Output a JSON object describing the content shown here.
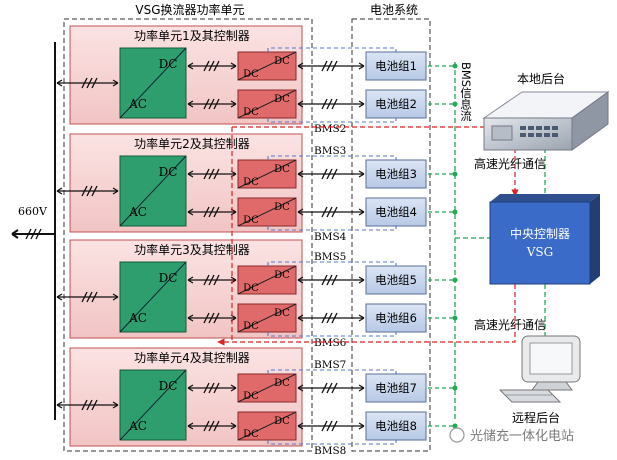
{
  "titles": {
    "vsg_group": "VSG换流器功率单元",
    "battery_system": "电池系统",
    "voltage": "660V"
  },
  "units": [
    {
      "label": "功率单元1及其控制器",
      "bms": [
        "",
        "BMS2"
      ],
      "batteries": [
        "电池组1",
        "电池组2"
      ]
    },
    {
      "label": "功率单元2及其控制器",
      "bms": [
        "BMS3",
        "BMS4"
      ],
      "batteries": [
        "电池组3",
        "电池组4"
      ]
    },
    {
      "label": "功率单元3及其控制器",
      "bms": [
        "BMS5",
        "BMS6"
      ],
      "batteries": [
        "电池组5",
        "电池组6"
      ]
    },
    {
      "label": "功率单元4及其控制器",
      "bms": [
        "BMS7",
        "BMS8"
      ],
      "batteries": [
        "电池组7",
        "电池组8"
      ]
    }
  ],
  "converter": {
    "dc": "DC",
    "ac": "AC"
  },
  "bms_info_flow": "BMS信息流",
  "local_backend": "本地后台",
  "fiber_comm_top": "高速光纤通信",
  "fiber_comm_bottom": "高速光纤通信",
  "central_controller": {
    "line1": "中央控制器",
    "line2": "VSG"
  },
  "remote_backend": "远程后台",
  "watermark": "光储充一体化电站",
  "colors": {
    "unit_fill": "#f8d4d4",
    "converter_fill": "#2e9e6e",
    "dcdc_fill": "#e06a6a",
    "battery_fill": "#c4d4ec",
    "controller_fill": "#3a6bc8",
    "signal_green": "#22aa55",
    "signal_red": "#dd2222",
    "dash_blue": "#5577cc"
  }
}
